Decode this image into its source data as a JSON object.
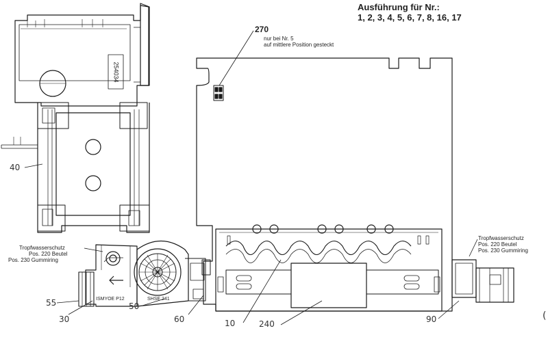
{
  "header": {
    "title_line1": "Ausführung für Nr.:",
    "title_line2": "1, 2, 3, 4, 5, 6, 7, 8, 16, 17"
  },
  "callouts": {
    "c270": {
      "number": "270",
      "note1": "nur bei Nr. 5",
      "note2": "auf mittlere Position gesteckt"
    },
    "c40": "40",
    "c55": "55",
    "c30": "30",
    "c50": "50",
    "c60": "60",
    "c10": "10",
    "c240": "240",
    "c90": "90"
  },
  "notes": {
    "left": {
      "line1": "Tropfwasserschutz",
      "line2": "Pos. 220 Beutel",
      "line3": "Pos. 230 Gummiring"
    },
    "right": {
      "line1": "Tropfwasserschutz",
      "line2": "Pos. 220 Beutel",
      "line3": "Pos. 230 Gummiring"
    }
  },
  "part_markings": {
    "vertical_code": "254034",
    "pump_text_1": "ISMYOE  P12",
    "pump_text_2": "SHSE  241"
  },
  "edge_mark": "("
}
